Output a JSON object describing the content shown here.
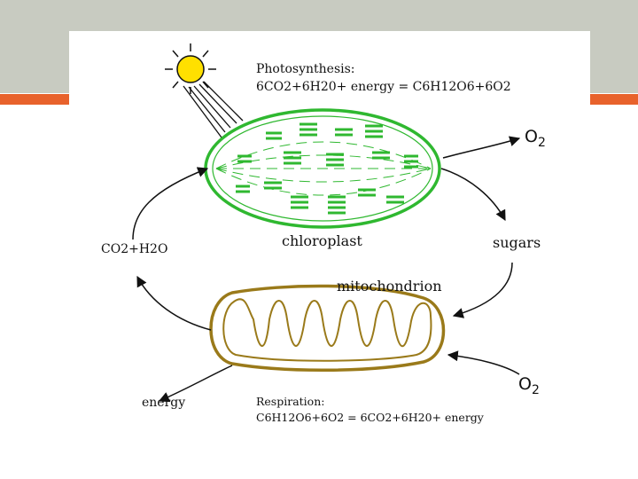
{
  "photosynthesis": {
    "title": "Photosynthesis:",
    "equation": "6CO2+6H20+ energy = C6H12O6+6O2"
  },
  "labels": {
    "chloroplast": "chloroplast",
    "mitochondrion": "mitochondrion",
    "sugars": "sugars",
    "co2_h2o": "CO2+H2O",
    "energy": "energy",
    "o2_top": {
      "base": "O",
      "sub": "2"
    },
    "o2_bottom": {
      "base": "O",
      "sub": "2"
    }
  },
  "respiration": {
    "title": "Respiration:",
    "equation": "C6H12O6+6O2 = 6CO2+6H20+ energy"
  },
  "colors": {
    "chloroplast": "#2fb830",
    "mitochondrion": "#9a7a1a",
    "sun": "#ffe000",
    "accent": "#e8622c",
    "topbar": "#c8cbc1"
  }
}
